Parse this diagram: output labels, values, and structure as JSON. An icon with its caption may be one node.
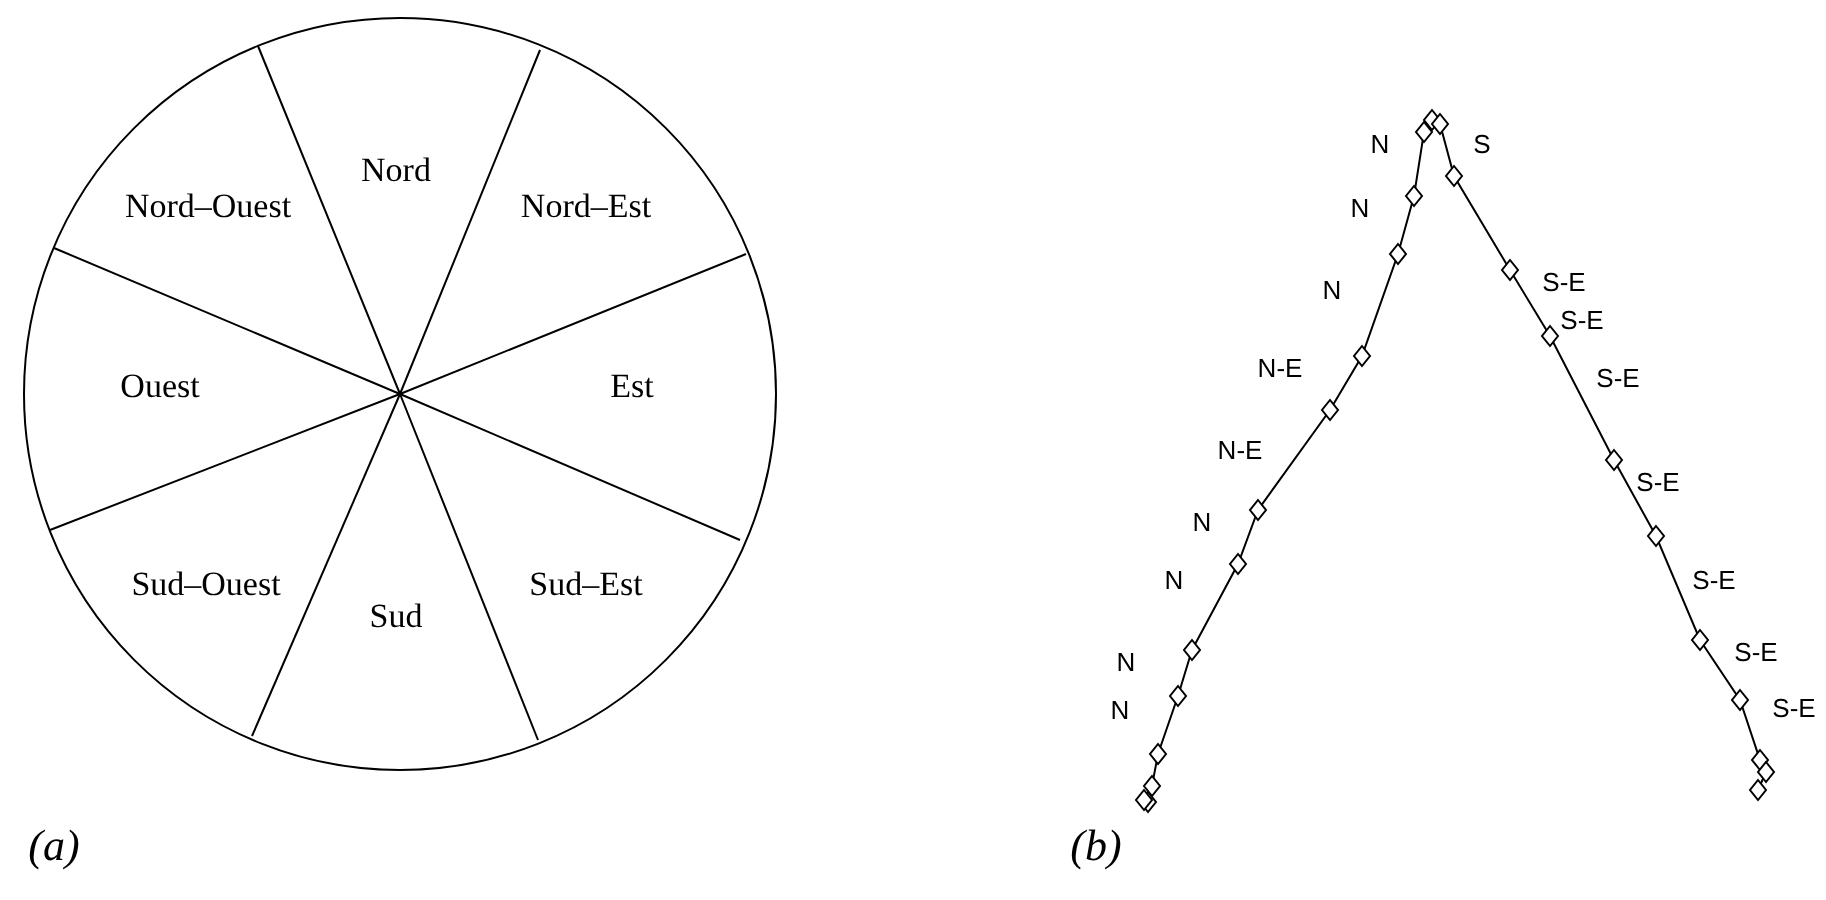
{
  "diagram": {
    "labels": [
      "Nord",
      "Nord–Ouest",
      "Nord–Est",
      "Ouest",
      "Est",
      "Sud–Ouest",
      "Sud",
      "Sud–Est",
      "(a)",
      "N",
      "S",
      "N",
      "N",
      "S-E",
      "S-E",
      "N-E",
      "S-E",
      "N-E",
      "S-E",
      "N",
      "N",
      "S-E",
      "N",
      "S-E",
      "N",
      "S-E",
      "(b)"
    ]
  }
}
